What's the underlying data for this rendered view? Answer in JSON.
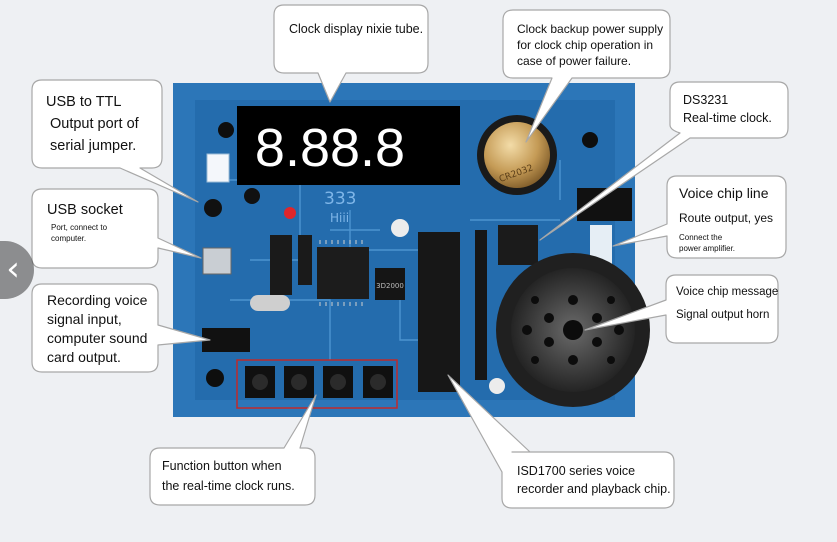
{
  "board": {
    "display_digits": "8.88.8",
    "silk_upper": "333",
    "silk_lower": "Hiii",
    "battery_text": "CR2032",
    "inductor_text": "3D2000"
  },
  "callouts": [
    {
      "id": "nixie",
      "lines": [
        "Clock display nixie tube."
      ]
    },
    {
      "id": "backup",
      "lines": [
        "Clock backup power supply",
        "for clock chip operation in",
        "case of power failure."
      ]
    },
    {
      "id": "usb-ttl",
      "lines": [
        "USB to TTL",
        "Output port of",
        "serial jumper."
      ]
    },
    {
      "id": "ds3231",
      "lines": [
        "DS3231",
        "Real-time clock."
      ]
    },
    {
      "id": "usb-socket",
      "lines": [
        "USB socket"
      ],
      "sublines": [
        "Port, connect to",
        "computer."
      ]
    },
    {
      "id": "voice-line",
      "lines": [
        "Voice chip line",
        "Route output, yes"
      ],
      "sublines": [
        "Connect the",
        "power amplifier."
      ]
    },
    {
      "id": "recording",
      "lines": [
        "Recording voice",
        "signal input,",
        "computer sound",
        "card output."
      ]
    },
    {
      "id": "voice-msg",
      "lines": [
        "Voice chip message",
        "Signal output horn"
      ]
    },
    {
      "id": "function-btn",
      "lines": [
        "Function button when",
        "the real-time clock runs."
      ]
    },
    {
      "id": "isd1700",
      "lines": [
        "ISD1700 series voice",
        "recorder and playback chip."
      ]
    }
  ],
  "nav": {
    "prev_glyph": "‹"
  }
}
